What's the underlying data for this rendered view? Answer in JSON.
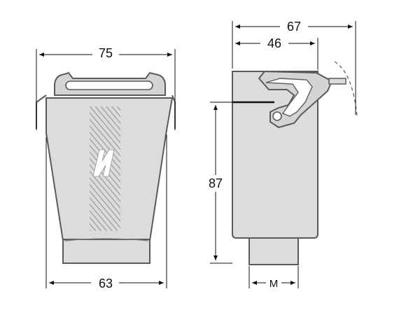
{
  "colors": {
    "ink": "#111111",
    "outline": "#5a5a5a",
    "body_fill": "#dcdcdc",
    "shade_fill": "#b9b9b9",
    "hatch": "#9a9a9a",
    "background": "#ffffff"
  },
  "front_view": {
    "top_width_label": "75",
    "bottom_width_label": "63"
  },
  "side_view": {
    "overall_width_label": "67",
    "body_width_label": "46",
    "height_label": "87",
    "thread_label": "M"
  }
}
